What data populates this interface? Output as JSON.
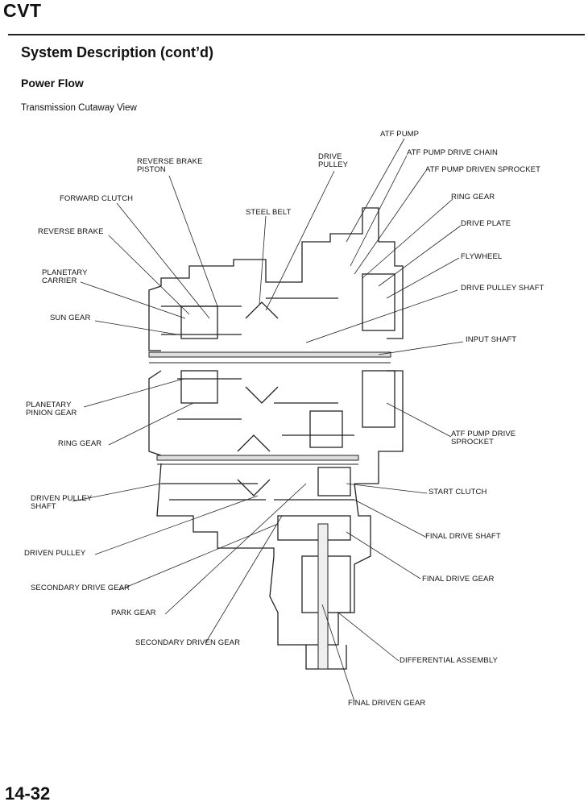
{
  "header": {
    "section": "CVT"
  },
  "titles": {
    "heading": "System Description (cont’d)",
    "subheading": "Power Flow",
    "figure_caption": "Transmission Cutaway View"
  },
  "labels": {
    "atf_pump": "ATF PUMP",
    "drive_pulley": "DRIVE\nPULLEY",
    "atf_pump_drive_chain": "ATF PUMP DRIVE CHAIN",
    "reverse_brake_piston": "REVERSE BRAKE\nPISTON",
    "atf_pump_driven_sprocket": "ATF PUMP DRIVEN SPROCKET",
    "forward_clutch": "FORWARD CLUTCH",
    "ring_gear_right": "RING GEAR",
    "steel_belt": "STEEL BELT",
    "drive_plate": "DRIVE PLATE",
    "reverse_brake": "REVERSE BRAKE",
    "flywheel": "FLYWHEEL",
    "planetary_carrier": "PLANETARY\nCARRIER",
    "drive_pulley_shaft": "DRIVE PULLEY SHAFT",
    "sun_gear": "SUN GEAR",
    "input_shaft": "INPUT SHAFT",
    "planetary_pinion_gear": "PLANETARY\nPINION GEAR",
    "atf_pump_drive_sprocket": "ATF PUMP DRIVE\nSPROCKET",
    "ring_gear_left": "RING GEAR",
    "start_clutch": "START CLUTCH",
    "driven_pulley_shaft": "DRIVEN PULLEY\nSHAFT",
    "final_drive_shaft": "FINAL DRIVE SHAFT",
    "driven_pulley": "DRIVEN PULLEY",
    "final_drive_gear": "FINAL DRIVE GEAR",
    "secondary_drive_gear": "SECONDARY DRIVE GEAR",
    "park_gear": "PARK GEAR",
    "secondary_driven_gear": "SECONDARY DRIVEN GEAR",
    "differential_assembly": "DIFFERENTIAL ASSEMBLY",
    "final_driven_gear": "FINAL DRIVEN GEAR"
  },
  "footer": {
    "page_number": "14-32"
  }
}
